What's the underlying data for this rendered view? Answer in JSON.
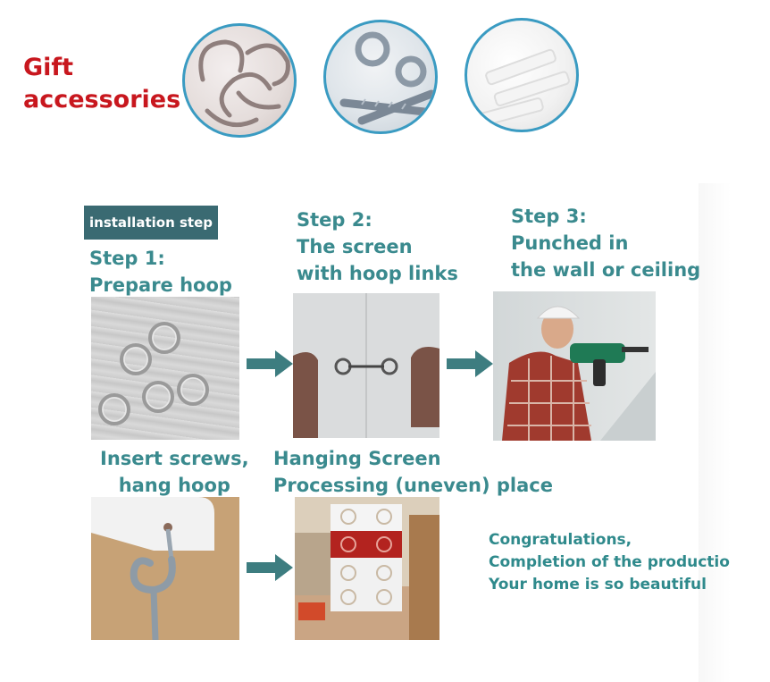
{
  "gift": {
    "title_line1": "Gift",
    "title_line2": "accessories"
  },
  "install": {
    "header": "installation step",
    "step1": {
      "line1": "Step 1:",
      "line2": "Prepare hoop"
    },
    "step2": {
      "line1": "Step 2:",
      "line2": "The screen",
      "line3": "with hoop links"
    },
    "step3": {
      "line1": "Step 3:",
      "line2": "Punched in",
      "line3": "the wall or ceiling"
    },
    "step4": {
      "line1": "Insert screws,",
      "line2": "hang hoop"
    },
    "step5": {
      "line1": "Hanging Screen",
      "line2": "Processing (uneven) place"
    }
  },
  "congrats": {
    "line1": "Congratulations,",
    "line2": "Completion of the productio",
    "line3": "Your home is so beautiful"
  },
  "colors": {
    "gift_red": "#c8171e",
    "teal_text": "#3a8a8e",
    "header_bg": "#3a6a72",
    "circle_border": "#3a9bc2",
    "arrow": "#3d7d80"
  },
  "icons": {
    "arrow": "right-arrow-icon"
  }
}
